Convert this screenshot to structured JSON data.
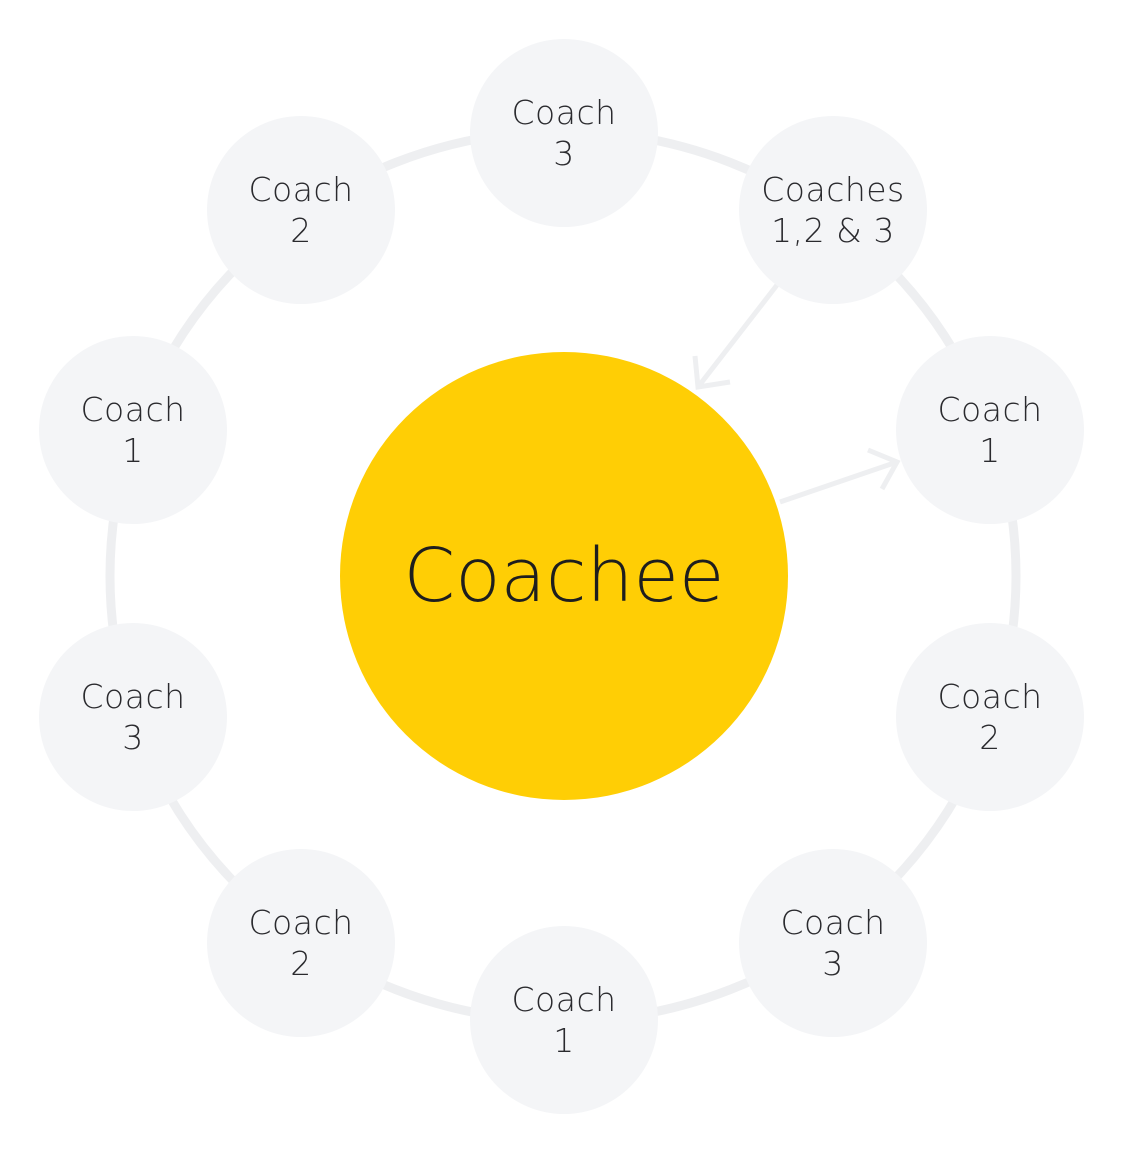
{
  "center": {
    "label": "Coachee",
    "color": "#ffce05"
  },
  "nodes": [
    {
      "line1": "Coach",
      "line2": "3"
    },
    {
      "line1": "Coaches",
      "line2": "1,2 & 3"
    },
    {
      "line1": "Coach",
      "line2": "1"
    },
    {
      "line1": "Coach",
      "line2": "2"
    },
    {
      "line1": "Coach",
      "line2": "3"
    },
    {
      "line1": "Coach",
      "line2": "1"
    },
    {
      "line1": "Coach",
      "line2": "2"
    },
    {
      "line1": "Coach",
      "line2": "3"
    },
    {
      "line1": "Coach",
      "line2": "1"
    },
    {
      "line1": "Coach",
      "line2": "2"
    }
  ],
  "colors": {
    "node": "#f4f5f7",
    "ring": "#eeeff1"
  }
}
